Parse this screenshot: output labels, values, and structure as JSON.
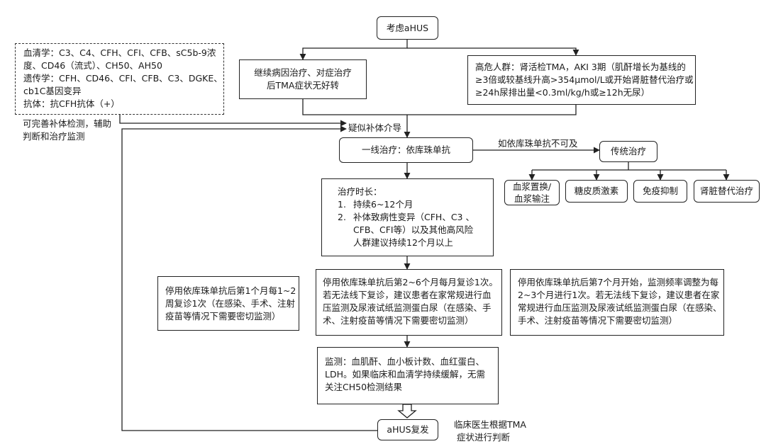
{
  "nodes": {
    "consider": "考虑aHUS",
    "continue_treatment": [
      "继续病因治疗、对症治疗",
      "后TMA症状无好转"
    ],
    "high_risk": [
      "高危人群：肾活检TMA，AKI 3期（肌酐增长为基线的",
      "≥3倍或较基线升高>354μmol/L或开始肾脏替代治疗或",
      "≥24h尿排出量<0.3ml/kg/h或≥12h无尿）"
    ],
    "lab_tests": [
      "血清学：C3、C4、CFH、CFI、CFB、sC5b-9浓",
      "度、CD46（流式）、CH50、AH50",
      "遗传学：CFH、CD46、CFI、CFB、C3、DGKE、",
      "cb1C基因变异",
      "抗体：抗CFH抗体（+）"
    ],
    "lab_note": [
      "可完善补体检测，辅助",
      "判断和治疗监测"
    ],
    "suspected": "疑似补体介导",
    "first_line": "一线治疗：依库珠单抗",
    "if_unavailable": "如依库珠单抗不可及",
    "traditional": "传统治疗",
    "trad_options": [
      [
        "血浆置换/",
        "血浆输注"
      ],
      [
        "糖皮质激素"
      ],
      [
        "免疫抑制"
      ],
      [
        "肾脏替代治疗"
      ]
    ],
    "duration": {
      "title": "治疗时长：",
      "items": [
        {
          "num": "1.",
          "lines": [
            "持续6~12个月"
          ]
        },
        {
          "num": "2.",
          "lines": [
            "补体致病性变异（CFH、C3 、",
            "CFB、CFI等）以及其他高风险",
            "人群建议持续12个月以上"
          ]
        }
      ]
    },
    "stop_month1": [
      "停用依库珠单抗后第1个月每1~2",
      "周复诊1次（在感染、手术、注射",
      "疫苗等情况下需要密切监测）"
    ],
    "stop_month2_6": [
      "停用依库珠单抗后第2~6个月每月复诊1次。",
      "若无法线下复诊，建议患者在家常规进行血",
      "压监测及尿液试纸监测蛋白尿（在感染、手",
      "术、注射疫苗等情况下需要密切监测）"
    ],
    "stop_month7": [
      "停用依库珠单抗后第7个月开始，监测频率调整为每",
      "2~3个月进行1次。若无法线下复诊，建议患者在家",
      "常规进行血压监测及尿液试纸监测蛋白尿（在感染、",
      "手术、注射疫苗等情况下需要密切监测）"
    ],
    "monitoring": [
      "监测：血肌酐、血小板计数、血红蛋白、",
      "LDH。如果临床和血清学持续缓解，无需",
      "关注CH50检测结果"
    ],
    "relapse": "aHUS复发",
    "relapse_note": [
      "临床医生根据TMA",
      "症状进行判断"
    ]
  }
}
